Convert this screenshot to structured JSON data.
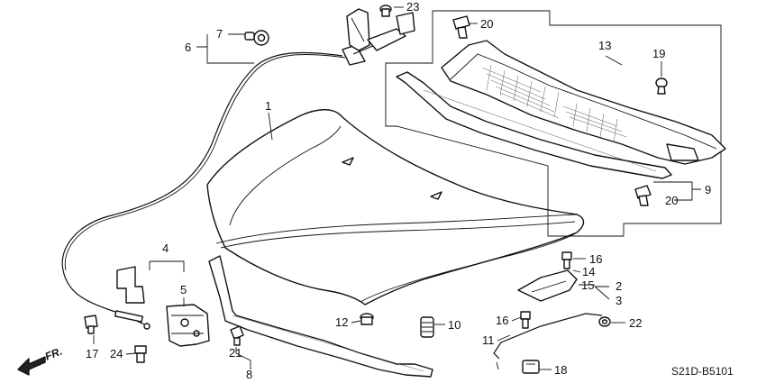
{
  "diagram_code": "S21D-B5101",
  "direction_label": "FR.",
  "callouts": {
    "c1": "1",
    "c2": "2",
    "c3": "3",
    "c4": "4",
    "c5": "5",
    "c6": "6",
    "c7": "7",
    "c8": "8",
    "c9": "9",
    "c10": "10",
    "c11": "11",
    "c12": "12",
    "c13": "13",
    "c14": "14",
    "c15": "15",
    "c16a": "16",
    "c16b": "16",
    "c17": "17",
    "c18": "18",
    "c19": "19",
    "c20a": "20",
    "c20b": "20",
    "c21": "21",
    "c22": "22",
    "c23": "23",
    "c24": "24"
  }
}
